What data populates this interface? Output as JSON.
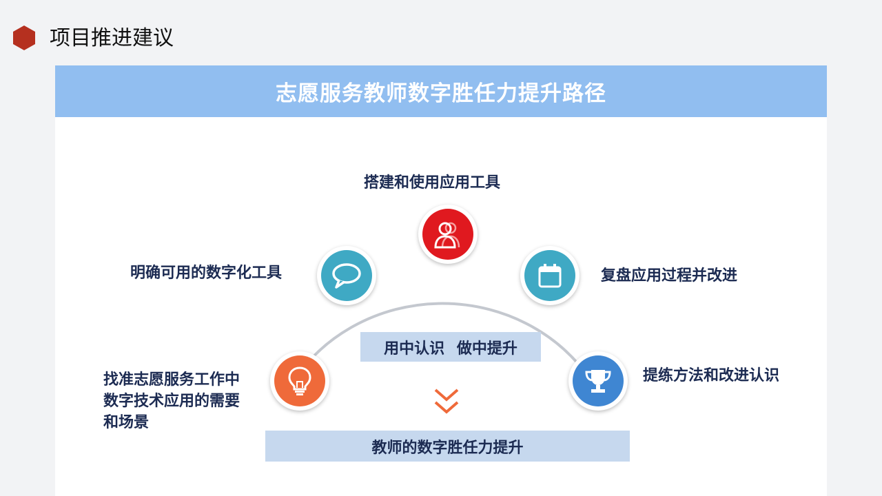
{
  "header": {
    "title": "项目推进建议",
    "icon": "hexagon-icon",
    "accent": "#b5301f"
  },
  "banner": {
    "title": "志愿服务教师数字胜任力提升路径",
    "bg": "#91bef0"
  },
  "nodes": [
    {
      "label": "找准志愿服务工作中\n数字技术应用的需要\n和场景",
      "icon": "lightbulb-icon",
      "color": "#ef6a3a"
    },
    {
      "label": "明确可用的数字化工具",
      "icon": "speech-bubble-icon",
      "color": "#3fa9c4"
    },
    {
      "label": "搭建和使用应用工具",
      "icon": "user-group-icon",
      "color": "#e0191f"
    },
    {
      "label": "复盘应用过程并改进",
      "icon": "calendar-icon",
      "color": "#3fa9c4"
    },
    {
      "label": "提练方法和改进认识",
      "icon": "trophy-icon",
      "color": "#3f86d2"
    }
  ],
  "center": {
    "text": "用中认识 做中提升"
  },
  "result": {
    "text": "教师的数字胜任力提升"
  },
  "arrow": {
    "icon": "double-chevron-down-icon",
    "color": "#ef6a3a"
  }
}
